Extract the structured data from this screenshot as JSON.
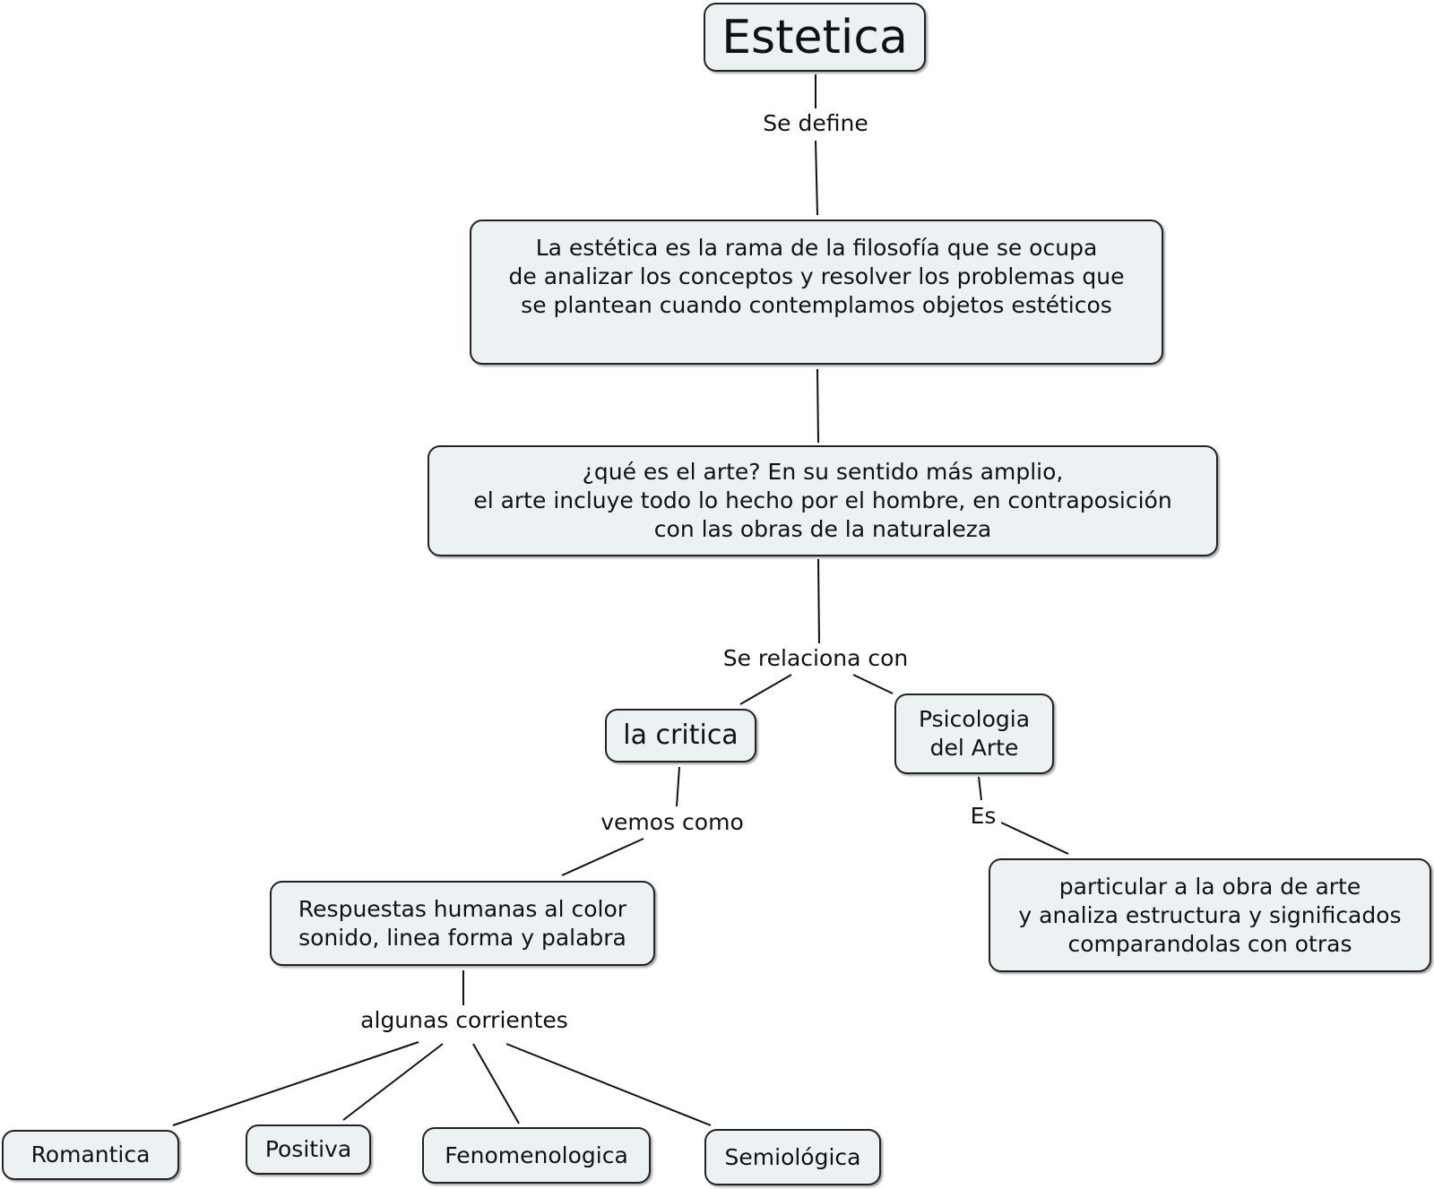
{
  "diagram": {
    "nodes": {
      "root": "Estetica",
      "definition": "La estética es la rama de la filosofía que se ocupa\nde analizar los conceptos y resolver los problemas que\nse plantean cuando contemplamos objetos estéticos",
      "arte": "¿qué es el arte? En su sentido más amplio,\nel arte incluye todo lo hecho por el hombre, en contraposición\ncon las obras de la naturaleza",
      "critica": "la critica",
      "psicologia": "Psicologia\ndel Arte",
      "respuestas": "Respuestas humanas al color\nsonido, linea forma y palabra",
      "particular": "particular a la obra de arte\ny analiza estructura y significados\ncomparandolas con otras",
      "romantica": "Romantica",
      "positiva": "Positiva",
      "fenomenologica": "Fenomenologica",
      "semiologica": "Semiológica"
    },
    "link_labels": {
      "se_define": "Se define",
      "se_relaciona_con": "Se relaciona con",
      "vemos_como": "vemos como",
      "es": "Es",
      "algunas_corrientes": "algunas corrientes"
    },
    "colors": {
      "node_fill": "#ecf2f4",
      "node_border": "#222222",
      "line": "#111111"
    }
  }
}
